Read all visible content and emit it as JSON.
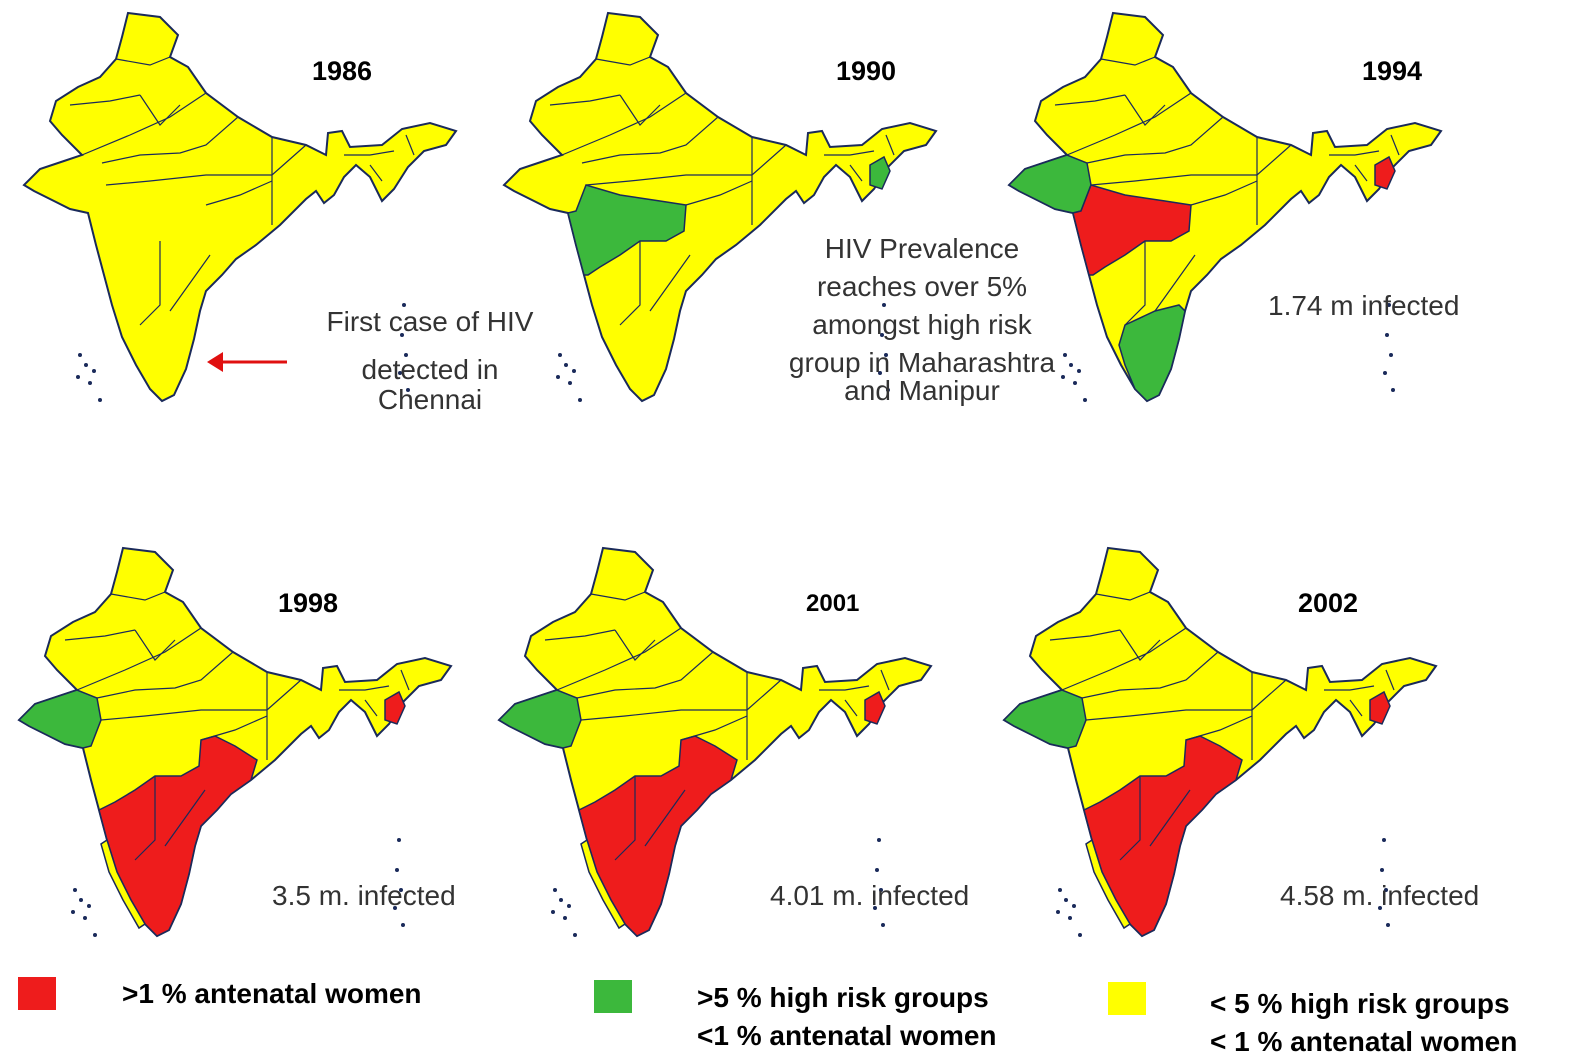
{
  "colors": {
    "high": "#ee1c1c",
    "medium": "#3cb83c",
    "low": "#ffff00",
    "border": "#1a2a5a"
  },
  "maps": [
    {
      "year": "1986",
      "note": [
        "First case of HIV",
        "detected in",
        "Chennai"
      ],
      "infected": ""
    },
    {
      "year": "1990",
      "note": [
        "HIV Prevalence",
        "reaches over 5%",
        "amongst high risk",
        "group in Maharashtra",
        "and Manipur"
      ],
      "infected": ""
    },
    {
      "year": "1994",
      "note": [],
      "infected": "1.74 m infected"
    },
    {
      "year": "1998",
      "note": [],
      "infected": "3.5 m. infected"
    },
    {
      "year": "2001",
      "note": [],
      "infected": "4.01 m. infected"
    },
    {
      "year": "2002",
      "note": [],
      "infected": "4.58 m. infected"
    }
  ],
  "legend": [
    {
      "color": "red",
      "lines": [
        ">1 % antenatal women"
      ]
    },
    {
      "color": "green",
      "lines": [
        ">5 % high risk groups",
        "<1 % antenatal women"
      ]
    },
    {
      "color": "yellow",
      "lines": [
        "< 5 % high risk groups",
        "< 1 % antenatal women"
      ]
    }
  ]
}
